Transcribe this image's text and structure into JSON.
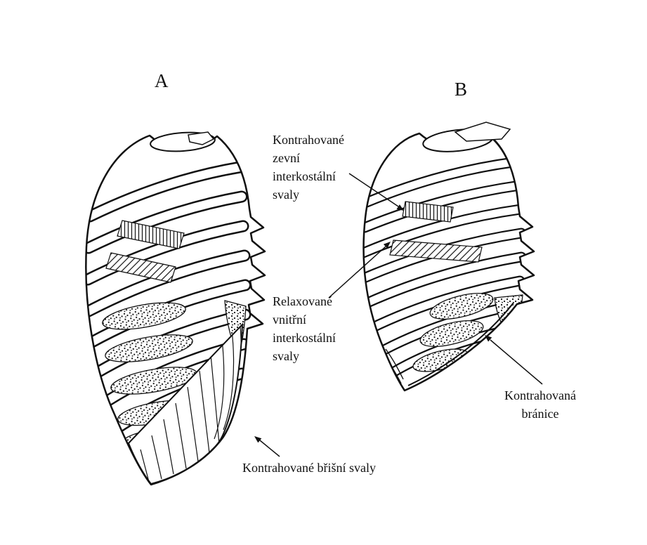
{
  "figure": {
    "panel_a_label": "A",
    "panel_b_label": "B"
  },
  "annotations": {
    "external_intercostals": "Kontrahované\nzevní\ninterkostální\nsvaly",
    "internal_intercostals": "Relaxované\nvnitřní\ninterkostální\nsvaly",
    "diaphragm": "Kontrahovaná\nbránice",
    "abdominal": "Kontrahované břišní svaly"
  },
  "colors": {
    "ink": "#111111",
    "background": "#ffffff"
  }
}
